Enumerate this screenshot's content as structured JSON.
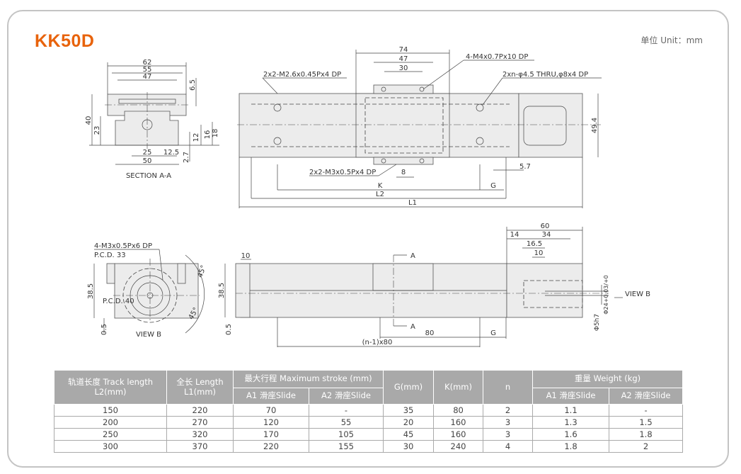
{
  "header": {
    "title": "KK50D",
    "unit": "单位 Unit：mm"
  },
  "colors": {
    "brand": "#e8630c",
    "table_header": "#a9a9a9"
  },
  "section_aa": {
    "caption": "SECTION A-A",
    "dims": {
      "d62": "62",
      "d55": "55",
      "d47": "47",
      "d6_5": "6.5",
      "d40": "40",
      "d23": "23",
      "d12": "12",
      "d16": "16",
      "d18": "18",
      "d25": "25",
      "d12_5": "12.5",
      "d50": "50",
      "d2_7": "2.7"
    }
  },
  "top_view": {
    "callouts": {
      "m4": "4-M4x0.7Px10 DP",
      "m26": "2x2-M2.6x0.45Px4 DP",
      "thru": "2xn-φ4.5 THRU,φ8x4 DP",
      "m3": "2x2-M3x0.5Px4 DP"
    },
    "dims": {
      "d74": "74",
      "d47": "47",
      "d30": "30",
      "d49_4": "49.4",
      "d8": "8",
      "d5_7": "5.7",
      "k": "K",
      "g": "G",
      "l2": "L2",
      "l1": "L1"
    }
  },
  "view_b": {
    "callouts": {
      "m3": "4-M3x0.5Px6 DP",
      "pcd33": "P.C.D. 33",
      "pcd40": "P.C.D. 40"
    },
    "caption": "VIEW B",
    "dims": {
      "d38_5": "38.5",
      "d0_5": "0.5",
      "a45a": "45°",
      "a45b": "45°"
    }
  },
  "side_view": {
    "dims": {
      "d10a": "10",
      "d38_5": "38.5",
      "d0_5": "0.5",
      "d60": "60",
      "d14": "14",
      "d34": "34",
      "d16_5": "16.5",
      "d10b": "10",
      "d80": "80",
      "g": "G",
      "n80": "(n-1)x80",
      "phi24": "Φ24+0.03/+0",
      "phi5": "Φ5h7",
      "a_top": "A",
      "a_bot": "A",
      "viewb": "VIEW B"
    }
  },
  "table": {
    "headers": {
      "track": "轨道长度 Track length",
      "track_unit": "L2(mm)",
      "length": "全长 Length",
      "length_unit": "L1(mm)",
      "stroke": "最大行程 Maximum stroke (mm)",
      "stroke_a1": "A1 滑座Slide",
      "stroke_a2": "A2 滑座Slide",
      "g": "G(mm)",
      "k": "K(mm)",
      "n": "n",
      "weight": "重量 Weight (kg)",
      "weight_a1": "A1 滑座Slide",
      "weight_a2": "A2 滑座Slide"
    },
    "rows": [
      [
        "150",
        "220",
        "70",
        "-",
        "35",
        "80",
        "2",
        "1.1",
        "-"
      ],
      [
        "200",
        "270",
        "120",
        "55",
        "20",
        "160",
        "3",
        "1.3",
        "1.5"
      ],
      [
        "250",
        "320",
        "170",
        "105",
        "45",
        "160",
        "3",
        "1.6",
        "1.8"
      ],
      [
        "300",
        "370",
        "220",
        "155",
        "30",
        "240",
        "4",
        "1.8",
        "2"
      ]
    ]
  }
}
